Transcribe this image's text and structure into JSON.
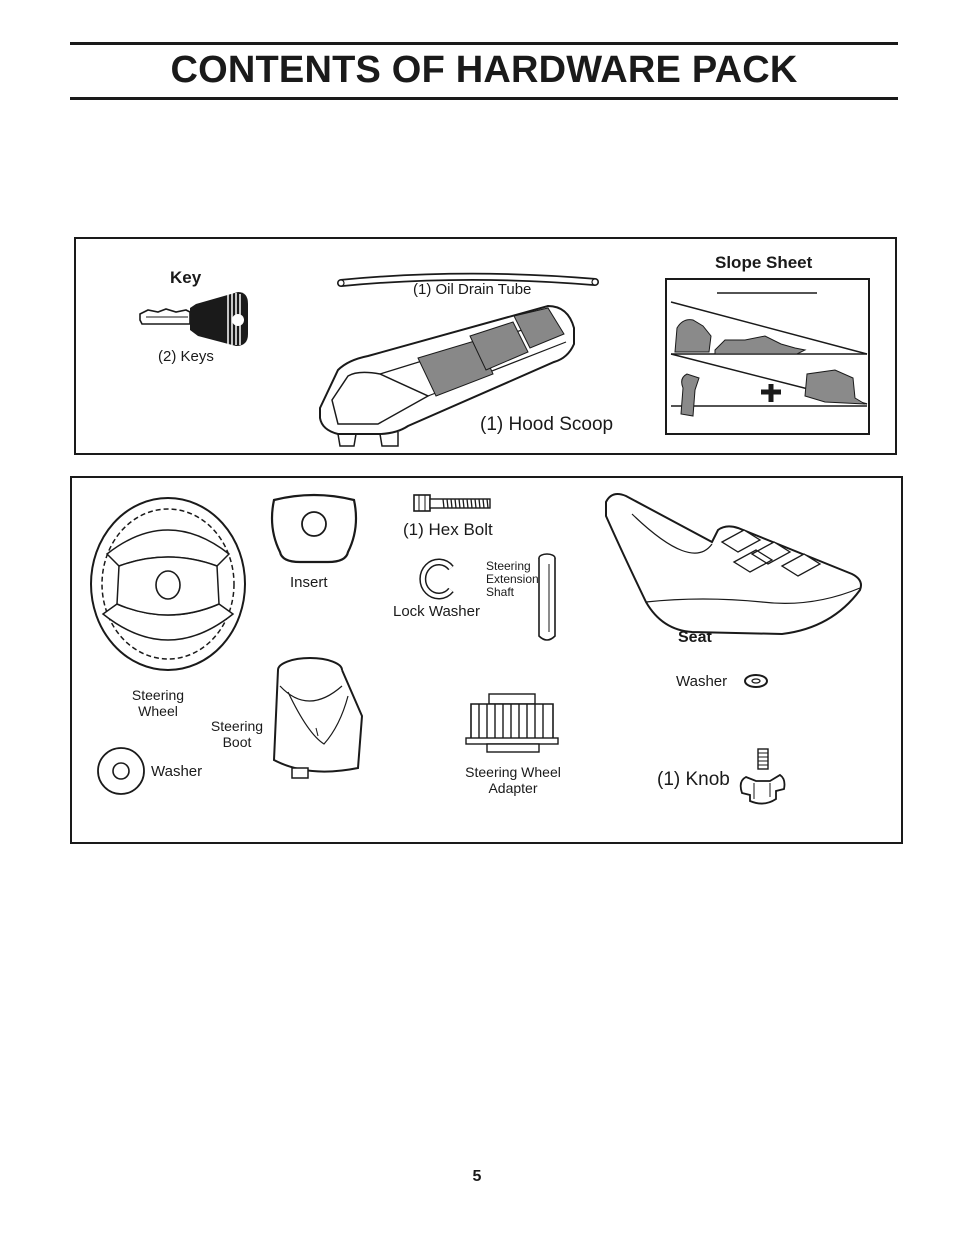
{
  "page": {
    "title": "CONTENTS OF HARDWARE PACK",
    "page_number": "5"
  },
  "top_panel": {
    "key_heading": "Key",
    "keys_label": "(2) Keys",
    "oil_drain_tube_label": "(1) Oil Drain Tube",
    "hood_scoop_label": "(1) Hood Scoop",
    "slope_sheet_heading": "Slope Sheet"
  },
  "bottom_panel": {
    "insert_label": "Insert",
    "hex_bolt_label": "(1) Hex Bolt",
    "lock_washer_label": "Lock Washer",
    "extension_shaft_label": [
      "Steering",
      "Extension",
      "Shaft"
    ],
    "seat_label": "Seat",
    "seat_washer_label": "Washer",
    "steering_wheel_label": [
      "Steering",
      "Wheel"
    ],
    "steering_boot_label": [
      "Steering",
      "Boot"
    ],
    "wheel_washer_label": "Washer",
    "adapter_label": [
      "Steering Wheel",
      "Adapter"
    ],
    "knob_label": "(1) Knob"
  },
  "icons": [
    "key-icon",
    "oil-drain-tube-icon",
    "hood-scoop-icon",
    "slope-sheet-icon",
    "steering-wheel-icon",
    "insert-icon",
    "hex-bolt-icon",
    "lock-washer-icon",
    "extension-shaft-icon",
    "seat-icon",
    "seat-washer-icon",
    "washer-icon",
    "steering-boot-icon",
    "adapter-icon",
    "knob-icon"
  ]
}
